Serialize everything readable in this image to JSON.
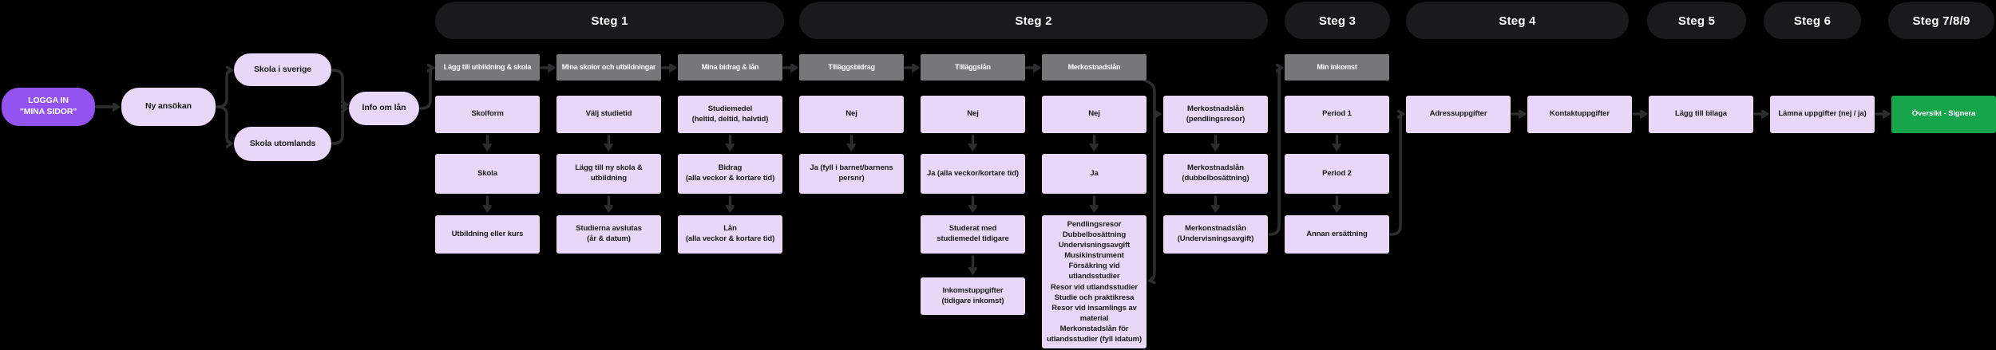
{
  "steps": [
    {
      "label": "Steg 1"
    },
    {
      "label": "Steg 2"
    },
    {
      "label": "Steg 3"
    },
    {
      "label": "Steg 4"
    },
    {
      "label": "Steg 5"
    },
    {
      "label": "Steg 6"
    },
    {
      "label": "Steg 7/8/9"
    }
  ],
  "entry": {
    "login": "LOGGA IN\n\"MINA SIDOR\"",
    "new_application": "Ny ansökan",
    "school_sweden": "Skola i sverige",
    "school_abroad": "Skola utomlands",
    "loan_info": "Info om lån"
  },
  "columns": [
    {
      "header": "Lägg till utbildning & skola",
      "rows": [
        "Skolform",
        "Skola",
        "Utbildning eller kurs"
      ]
    },
    {
      "header": "Mina skolor och utbildningar",
      "rows": [
        "Välj studietid",
        "Lägg till ny skola &\nutbildning",
        "Studierna avslutas\n(år & datum)"
      ]
    },
    {
      "header": "Mina bidrag & lån",
      "rows": [
        "Studiemedel\n(heltid, deltid, halvtid)",
        "Bidrag\n(alla veckor & kortare tid)",
        "Lån\n(alla veckor & kortare tid)"
      ]
    },
    {
      "header": "Tilläggsbidrag",
      "rows": [
        "Nej",
        "Ja (fyll i barnet/barnens\npersnr)"
      ]
    },
    {
      "header": "Tilläggslån",
      "rows": [
        "Nej",
        "Ja (alla veckor/kortare tid)",
        "Studerat med\nstudiemedel tidigare",
        "Inkomstuppgifter\n(tidigare inkomst)"
      ]
    },
    {
      "header": "Merkostnadslån",
      "rows": [
        "Nej",
        "Ja",
        "Pendlingsresor\nDubbelbosättning\nUndervisningsavgift\nMusikinstrument\nFörsäkring vid\nutlandsstudier\nResor vid utlandsstudier\nStudie och praktikresa\nResor vid insamlings av\nmaterial\nMerkonstadslån för\nutlandsstudier (fyll idatum)"
      ]
    },
    {
      "header": null,
      "rows": [
        "Merkostnadslån\n(pendlingsresor)",
        "Merkostnadslån\n(dubbelbosättning)",
        "Merkonstnadslån\n(Undervisningsavgift)"
      ]
    },
    {
      "header": "Min inkomst",
      "rows": [
        "Period 1",
        "Period 2",
        "Annan ersättning"
      ]
    },
    {
      "header": null,
      "rows": [
        "Adressuppgifter"
      ]
    },
    {
      "header": null,
      "rows": [
        "Kontaktuppgifter"
      ]
    },
    {
      "header": null,
      "rows": [
        "Lägg till bilaga"
      ]
    },
    {
      "header": null,
      "rows": [
        "Lämna uppgifter (nej / ja)"
      ]
    },
    {
      "header": null,
      "rows": [
        "Översikt - Signera"
      ]
    }
  ],
  "colors": {
    "background": "#000000",
    "step_pill": "#1a1a1c",
    "stage_header_gray": "#777679",
    "node_lavender": "#E8D7F7",
    "login_purple": "#9353F0",
    "final_green": "#17A54B",
    "connector": "#2d2d2f"
  }
}
